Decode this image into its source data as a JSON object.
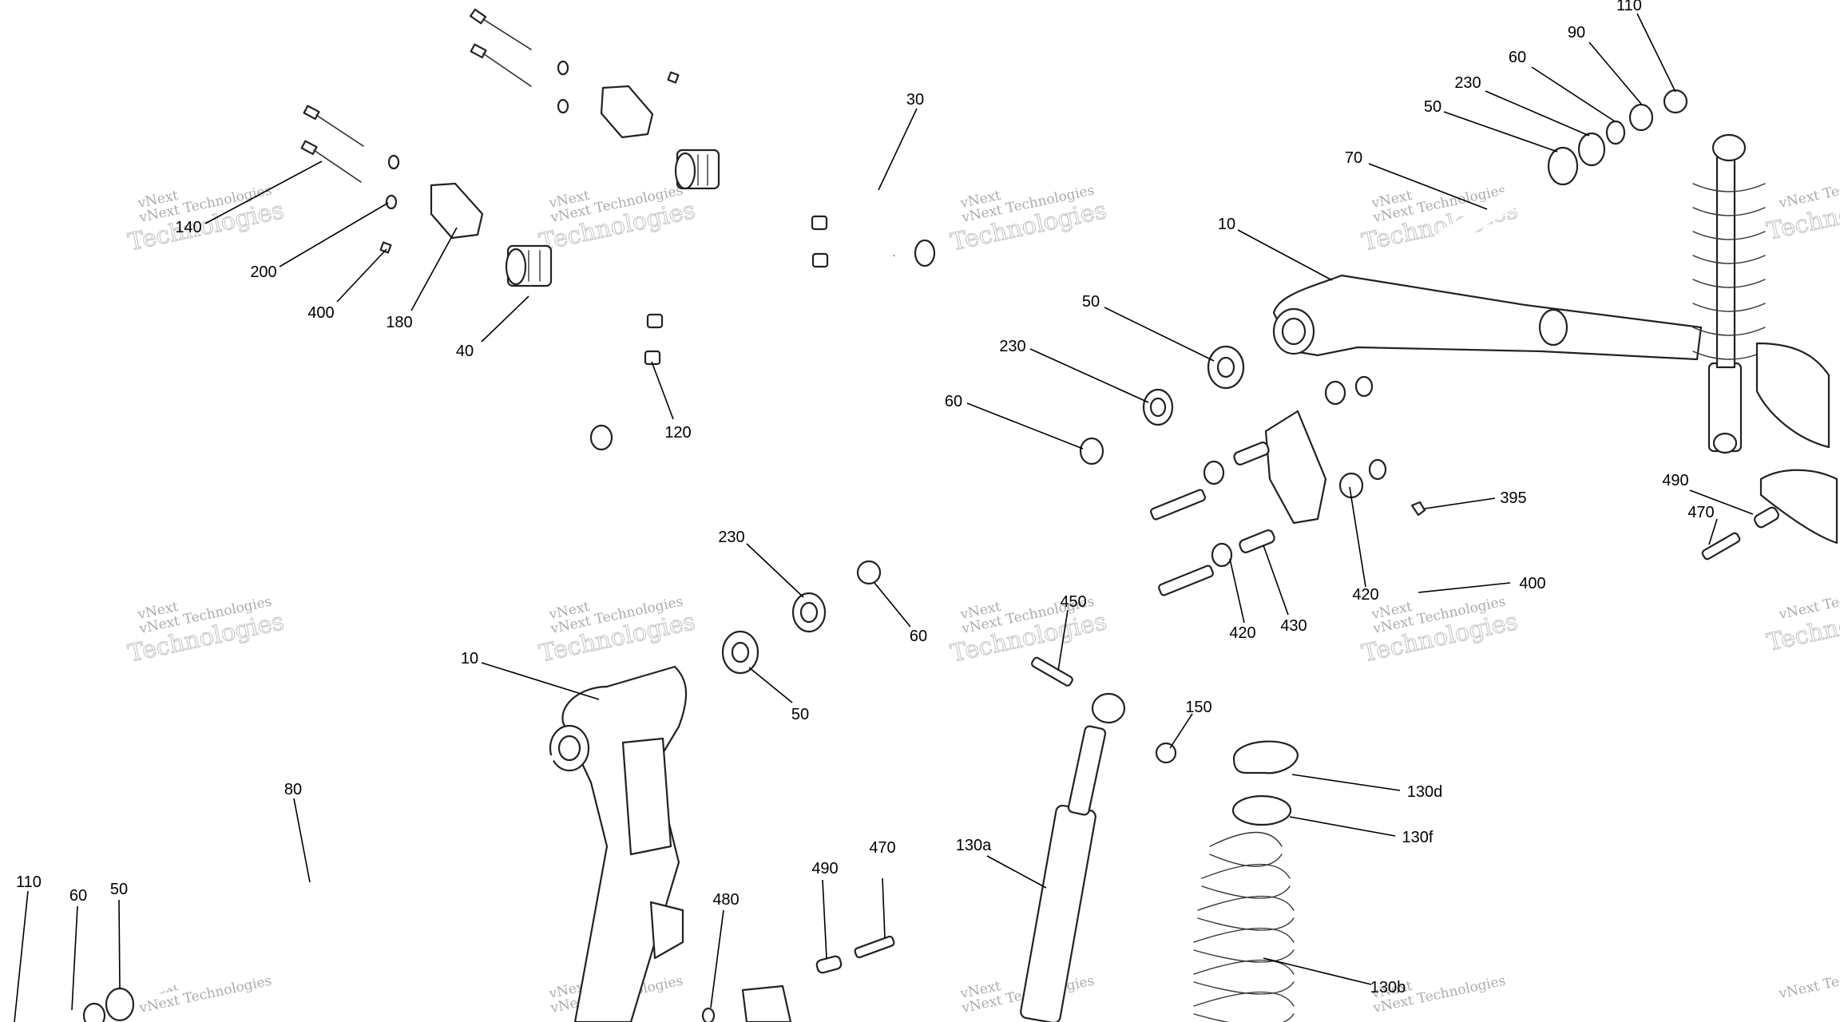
{
  "diagram": {
    "watermark": {
      "line1": "vNext Technologies",
      "line2": "Technologies",
      "overlay": "vNext"
    },
    "callouts": [
      {
        "id": "c110-top",
        "text": "110"
      },
      {
        "id": "c90",
        "text": "90"
      },
      {
        "id": "c60-top",
        "text": "60"
      },
      {
        "id": "c230-top",
        "text": "230"
      },
      {
        "id": "c50-top",
        "text": "50"
      },
      {
        "id": "c70",
        "text": "70"
      },
      {
        "id": "c10-top",
        "text": "10"
      },
      {
        "id": "c30",
        "text": "30"
      },
      {
        "id": "c140",
        "text": "140"
      },
      {
        "id": "c200",
        "text": "200"
      },
      {
        "id": "c400-left",
        "text": "400"
      },
      {
        "id": "c180",
        "text": "180"
      },
      {
        "id": "c40",
        "text": "40"
      },
      {
        "id": "c120",
        "text": "120"
      },
      {
        "id": "c50-mid",
        "text": "50"
      },
      {
        "id": "c230-mid",
        "text": "230"
      },
      {
        "id": "c60-mid",
        "text": "60"
      },
      {
        "id": "c395",
        "text": "395"
      },
      {
        "id": "c490-right",
        "text": "490"
      },
      {
        "id": "c470-right",
        "text": "470"
      },
      {
        "id": "c420-a",
        "text": "420"
      },
      {
        "id": "c400-right",
        "text": "400"
      },
      {
        "id": "c420-b",
        "text": "420"
      },
      {
        "id": "c430",
        "text": "430"
      },
      {
        "id": "c230-low",
        "text": "230"
      },
      {
        "id": "c60-low",
        "text": "60"
      },
      {
        "id": "c50-low",
        "text": "50"
      },
      {
        "id": "c10-low",
        "text": "10"
      },
      {
        "id": "c450",
        "text": "450"
      },
      {
        "id": "c150",
        "text": "150"
      },
      {
        "id": "c130d",
        "text": "130d"
      },
      {
        "id": "c130f",
        "text": "130f"
      },
      {
        "id": "c80",
        "text": "80"
      },
      {
        "id": "c130a",
        "text": "130a"
      },
      {
        "id": "c470-low",
        "text": "470"
      },
      {
        "id": "c490-low",
        "text": "490"
      },
      {
        "id": "c480",
        "text": "480"
      },
      {
        "id": "c130b",
        "text": "130b"
      },
      {
        "id": "c110-low",
        "text": "110"
      },
      {
        "id": "c60-bottom",
        "text": "60"
      },
      {
        "id": "c50-bottom",
        "text": "50"
      }
    ]
  }
}
